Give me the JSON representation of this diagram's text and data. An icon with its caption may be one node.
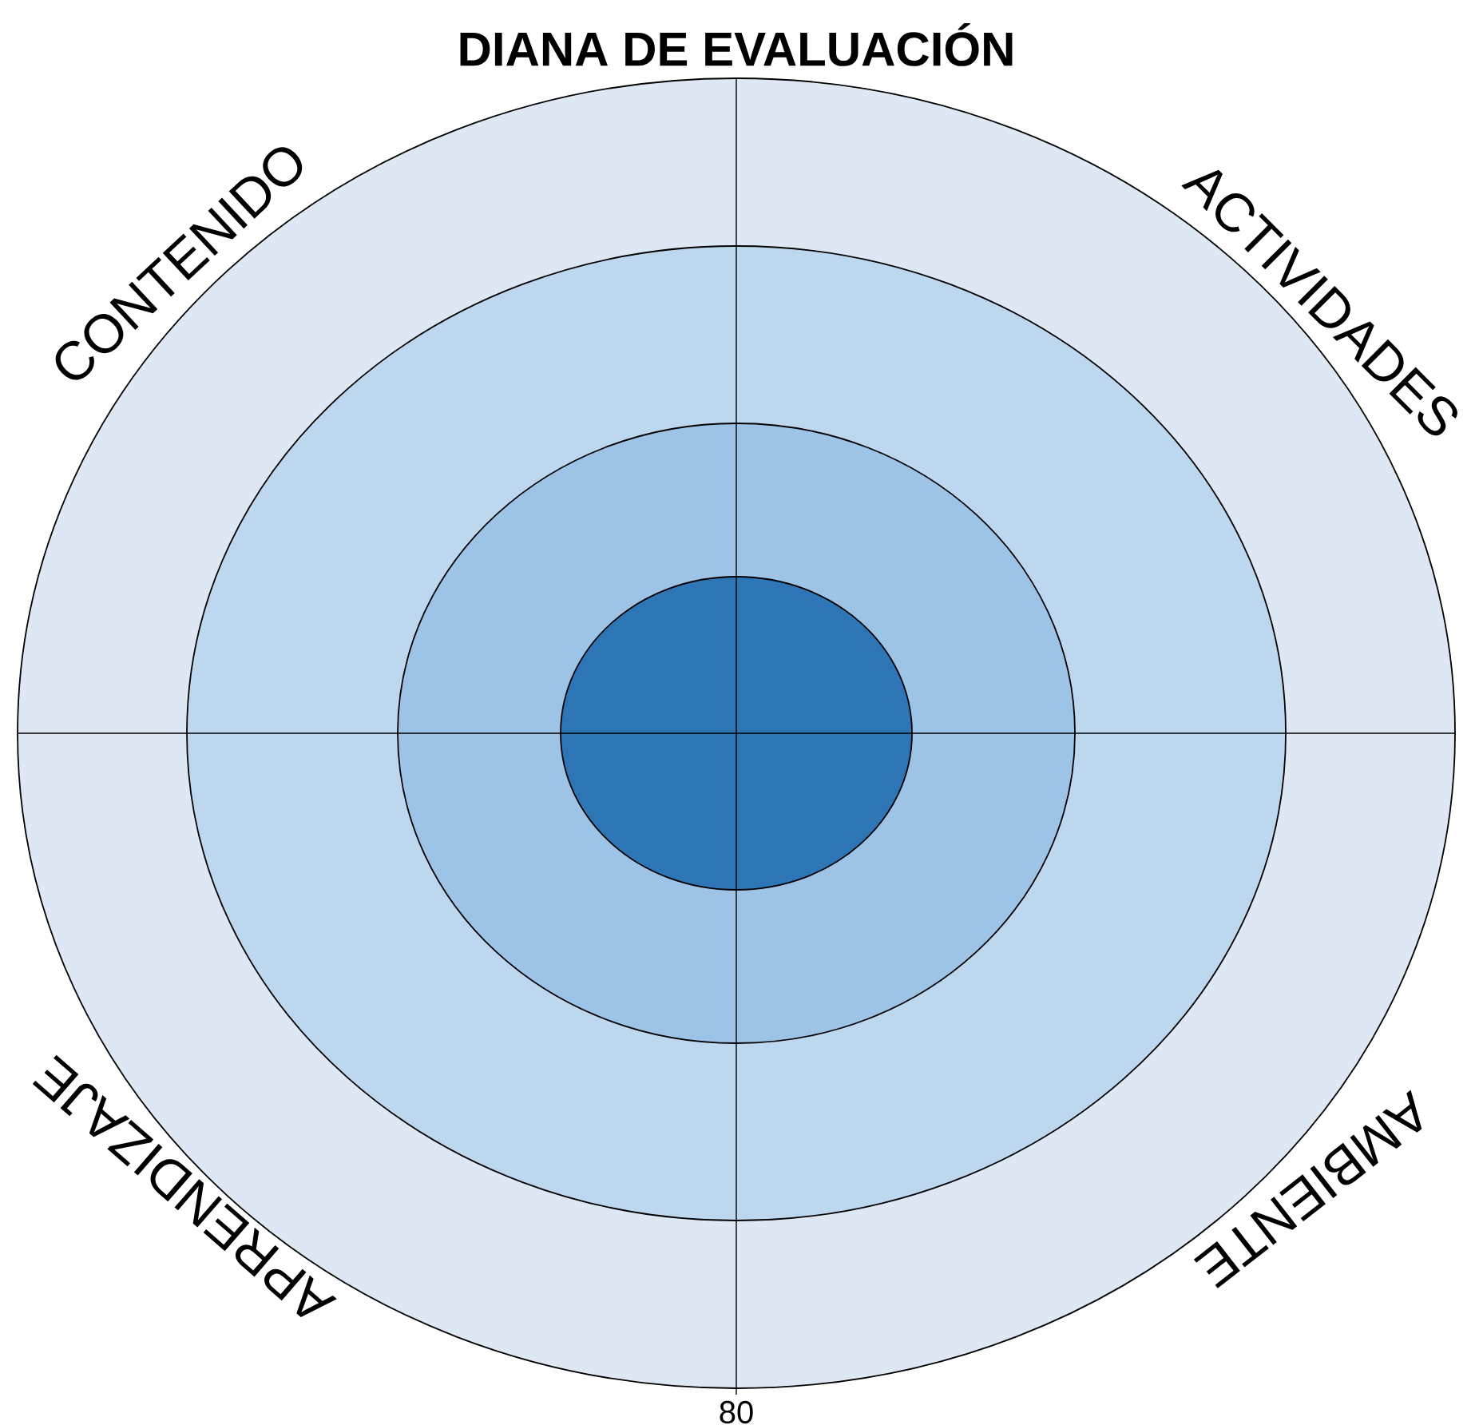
{
  "diagram": {
    "title": "DIANA DE EVALUACIÓN",
    "nodes": [
      {
        "text": [],
        "shape": "ellipse"
      },
      {
        "text": [],
        "shape": "ellipse",
        "in": 0
      },
      {
        "text": [],
        "shape": "ellipse",
        "in": 1
      },
      {
        "text": [],
        "shape": "ellipse",
        "in": 2
      }
    ],
    "labels": [
      "CONTENIDO",
      "ACTIVIDADES",
      "APRENDIZAJE",
      "AMBIENTE",
      "80"
    ]
  }
}
